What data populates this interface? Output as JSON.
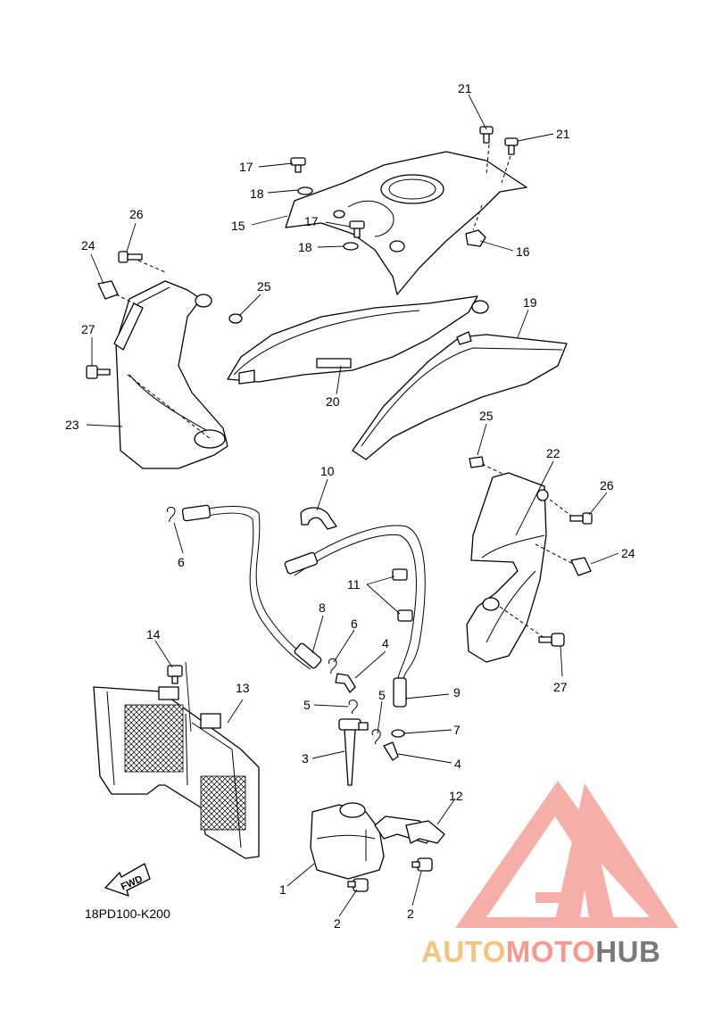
{
  "diagram": {
    "code": "18PD100-K200",
    "fwd_label": "FWD",
    "callouts": [
      {
        "id": "c21a",
        "label": "21"
      },
      {
        "id": "c21b",
        "label": "21"
      },
      {
        "id": "c17a",
        "label": "17"
      },
      {
        "id": "c18a",
        "label": "18"
      },
      {
        "id": "c15",
        "label": "15"
      },
      {
        "id": "c17b",
        "label": "17"
      },
      {
        "id": "c18b",
        "label": "18"
      },
      {
        "id": "c16",
        "label": "16"
      },
      {
        "id": "c26a",
        "label": "26"
      },
      {
        "id": "c24a",
        "label": "24"
      },
      {
        "id": "c25a",
        "label": "25"
      },
      {
        "id": "c27a",
        "label": "27"
      },
      {
        "id": "c23",
        "label": "23"
      },
      {
        "id": "c19",
        "label": "19"
      },
      {
        "id": "c20",
        "label": "20"
      },
      {
        "id": "c25b",
        "label": "25"
      },
      {
        "id": "c22",
        "label": "22"
      },
      {
        "id": "c26b",
        "label": "26"
      },
      {
        "id": "c24b",
        "label": "24"
      },
      {
        "id": "c27b",
        "label": "27"
      },
      {
        "id": "c10",
        "label": "10"
      },
      {
        "id": "c6a",
        "label": "6"
      },
      {
        "id": "c11",
        "label": "11"
      },
      {
        "id": "c8",
        "label": "8"
      },
      {
        "id": "c6b",
        "label": "6"
      },
      {
        "id": "c4a",
        "label": "4"
      },
      {
        "id": "c14",
        "label": "14"
      },
      {
        "id": "c13",
        "label": "13"
      },
      {
        "id": "c5a",
        "label": "5"
      },
      {
        "id": "c5b",
        "label": "5"
      },
      {
        "id": "c9",
        "label": "9"
      },
      {
        "id": "c7",
        "label": "7"
      },
      {
        "id": "c3",
        "label": "3"
      },
      {
        "id": "c4b",
        "label": "4"
      },
      {
        "id": "c12",
        "label": "12"
      },
      {
        "id": "c1",
        "label": "1"
      },
      {
        "id": "c2a",
        "label": "2"
      },
      {
        "id": "c2b",
        "label": "2"
      }
    ]
  },
  "watermark": {
    "auto": "AUTO",
    "moto": "MOTO",
    "hub": "HUB",
    "colors": {
      "logo_red": "#f5a19a",
      "auto": "#f7c27b",
      "moto": "#f59a8f",
      "hub": "#7a7a7a"
    }
  }
}
